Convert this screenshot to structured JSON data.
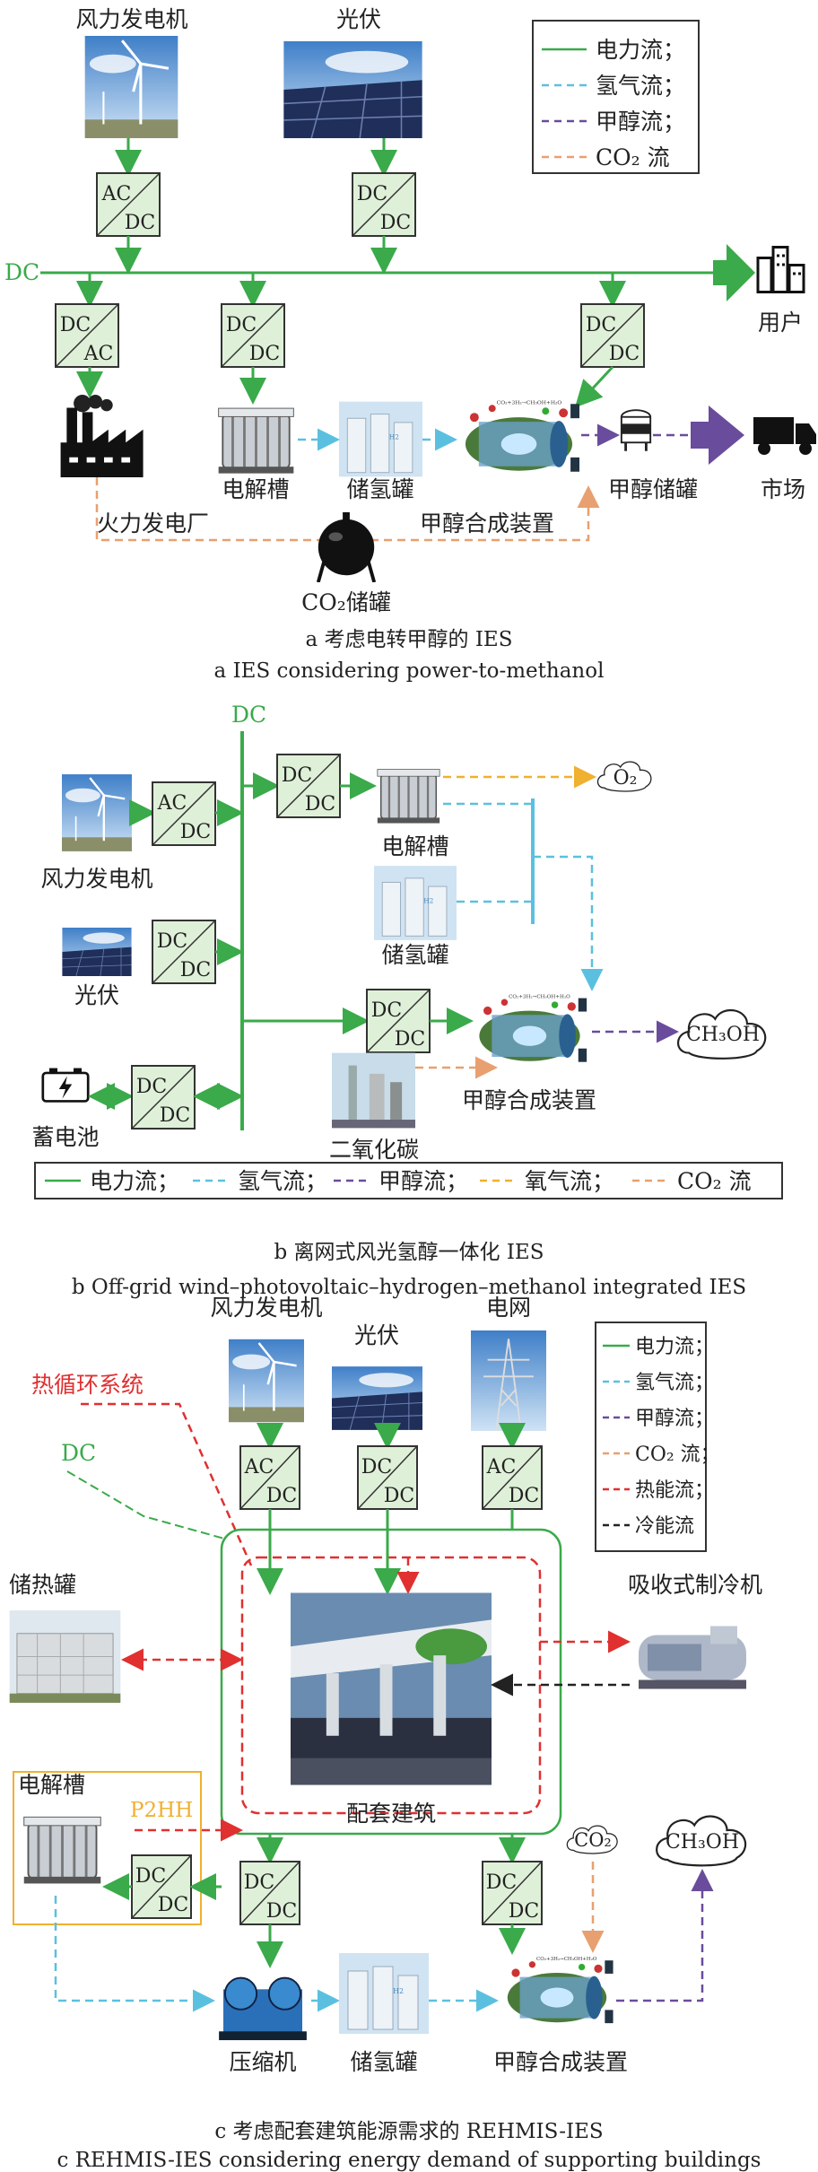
{
  "conv": {
    "ac": "AC",
    "dc": "DC"
  },
  "panel_a": {
    "wind": "风力发电机",
    "pv": "光伏",
    "dc": "DC",
    "user": "用户",
    "thermal": "火力发电厂",
    "electrolyzer": "电解槽",
    "h2_tank": "储氢罐",
    "synthesis": "甲醇合成装置",
    "methanol_tank": "甲醇储罐",
    "market": "市场",
    "co2_tank": "CO₂储罐",
    "legend": [
      {
        "label": "电力流；",
        "color": "#3aaa4a"
      },
      {
        "label": "氢气流；",
        "color": "#5bc0e0"
      },
      {
        "label": "甲醇流；",
        "color": "#6a4c9c"
      },
      {
        "label": "CO₂ 流",
        "color": "#e8a070"
      }
    ],
    "caption_cn": "a  考虑电转甲醇的 IES",
    "caption_en": "a  IES considering power-to-methanol"
  },
  "panel_b": {
    "dc": "DC",
    "wind": "风力发电机",
    "pv": "光伏",
    "battery": "蓄电池",
    "electrolyzer": "电解槽",
    "h2_tank": "储氢罐",
    "co2": "二氧化碳",
    "synthesis": "甲醇合成装置",
    "o2": "O₂",
    "ch3oh": "CH₃OH",
    "legend": [
      {
        "label": "电力流；",
        "color": "#3aaa4a"
      },
      {
        "label": "氢气流；",
        "color": "#5bc0e0"
      },
      {
        "label": "甲醇流；",
        "color": "#6a4c9c"
      },
      {
        "label": "氧气流；",
        "color": "#f0b030"
      },
      {
        "label": "CO₂ 流",
        "color": "#e8a070"
      }
    ],
    "caption_cn": "b  离网式风光氢醇一体化 IES",
    "caption_en": "b  Off-grid wind–photovoltaic–hydrogen–methanol integrated IES"
  },
  "panel_c": {
    "wind": "风力发电机",
    "pv": "光伏",
    "grid": "电网",
    "heat_loop": "热循环系统",
    "dc": "DC",
    "heat_tank": "储热罐",
    "chiller": "吸收式制冷机",
    "electrolyzer": "电解槽",
    "p2hh": "P2HH",
    "building": "配套建筑",
    "co2": "CO₂",
    "ch3oh": "CH₃OH",
    "compressor": "压缩机",
    "h2_tank": "储氢罐",
    "synthesis": "甲醇合成装置",
    "legend": [
      {
        "label": "电力流；",
        "color": "#3aaa4a"
      },
      {
        "label": "氢气流；",
        "color": "#5bc0e0"
      },
      {
        "label": "甲醇流；",
        "color": "#6a4c9c"
      },
      {
        "label": "CO₂ 流；",
        "color": "#e8a070"
      },
      {
        "label": "热能流；",
        "color": "#e03030"
      },
      {
        "label": "冷能流",
        "color": "#222222"
      }
    ],
    "caption_cn": "c  考虑配套建筑能源需求的 REHMIS-IES",
    "caption_en": "c  REHMIS-IES considering energy demand of supporting buildings"
  }
}
